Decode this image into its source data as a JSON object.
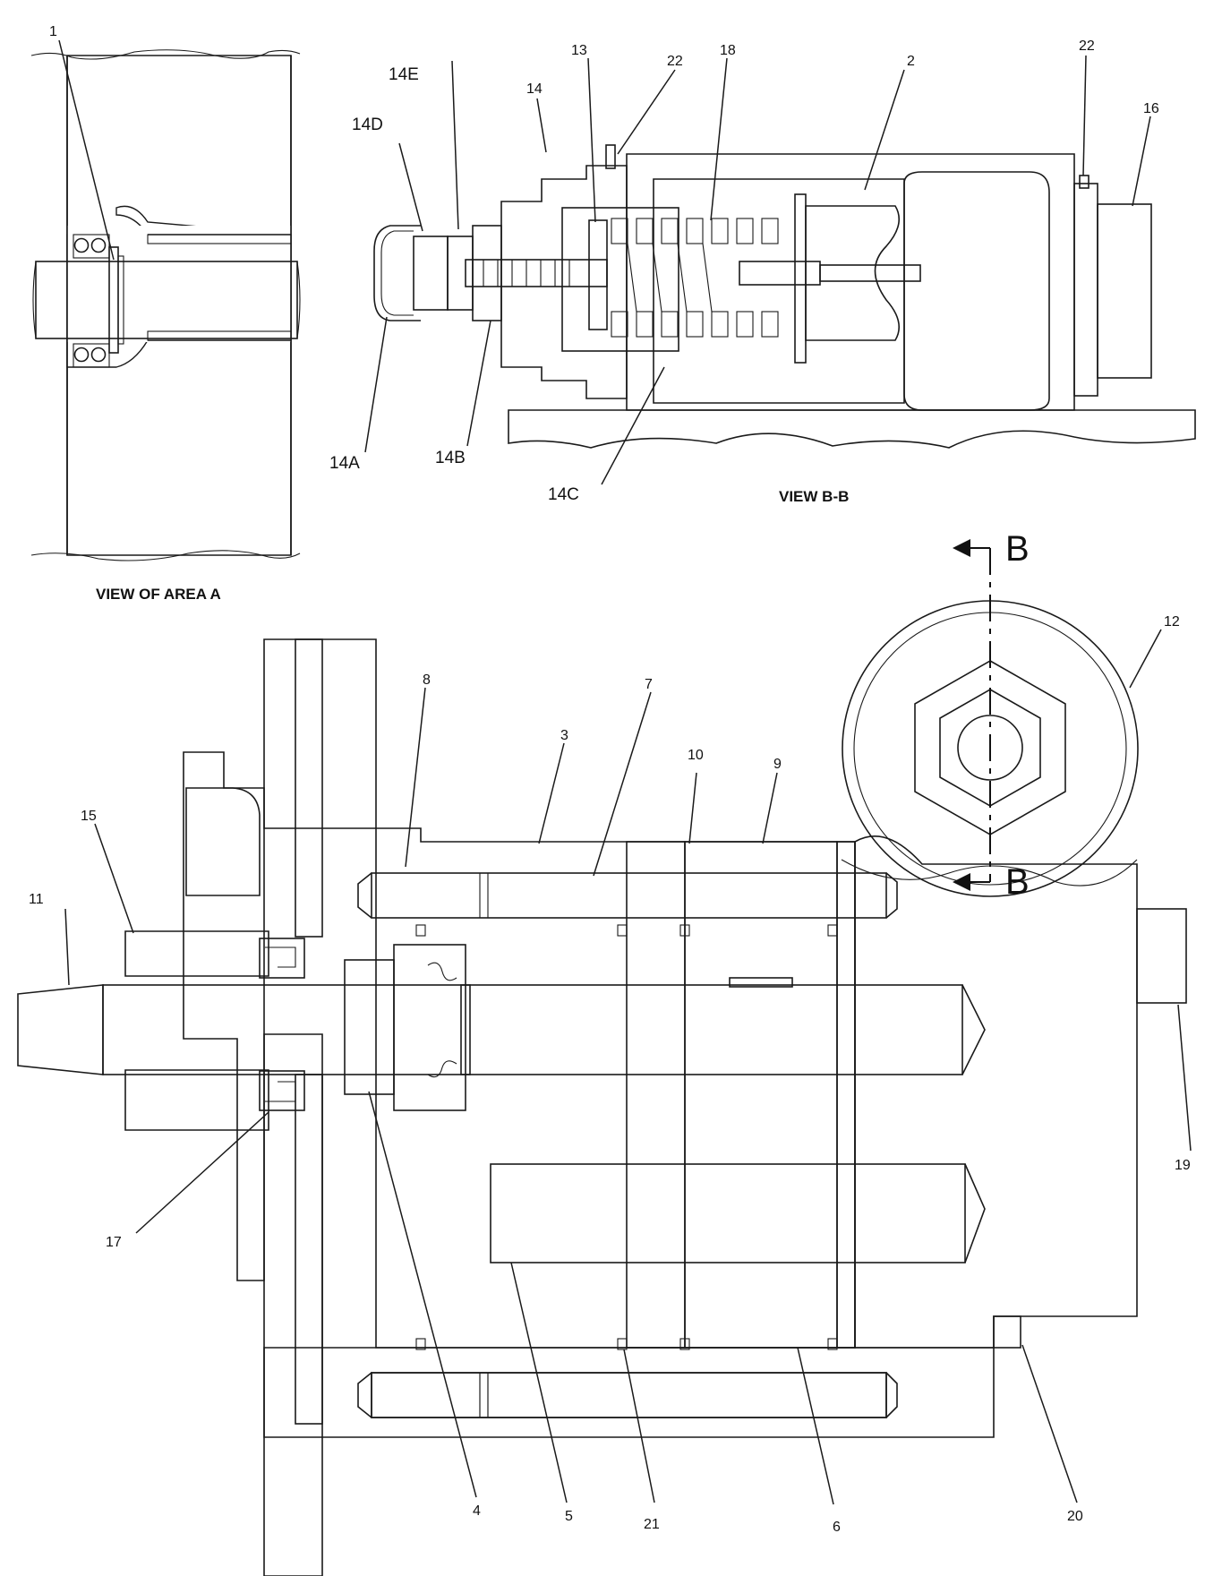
{
  "views": {
    "area_a": {
      "title": "VIEW OF AREA  A"
    },
    "section_bb": {
      "title": "VIEW B-B"
    }
  },
  "section_marker": {
    "letter_top": "B",
    "letter_bottom": "B"
  },
  "callouts": {
    "c1": "1",
    "c2": "2",
    "c3": "3",
    "c4": "4",
    "c5": "5",
    "c6": "6",
    "c7": "7",
    "c8": "8",
    "c9": "9",
    "c10": "10",
    "c11": "11",
    "c12": "12",
    "c13": "13",
    "c14": "14",
    "c14A": "14A",
    "c14B": "14B",
    "c14C": "14C",
    "c14D": "14D",
    "c14E": "14E",
    "c15": "15",
    "c16": "16",
    "c17": "17",
    "c18": "18",
    "c19": "19",
    "c20": "20",
    "c21": "21",
    "c22a": "22",
    "c22b": "22"
  }
}
